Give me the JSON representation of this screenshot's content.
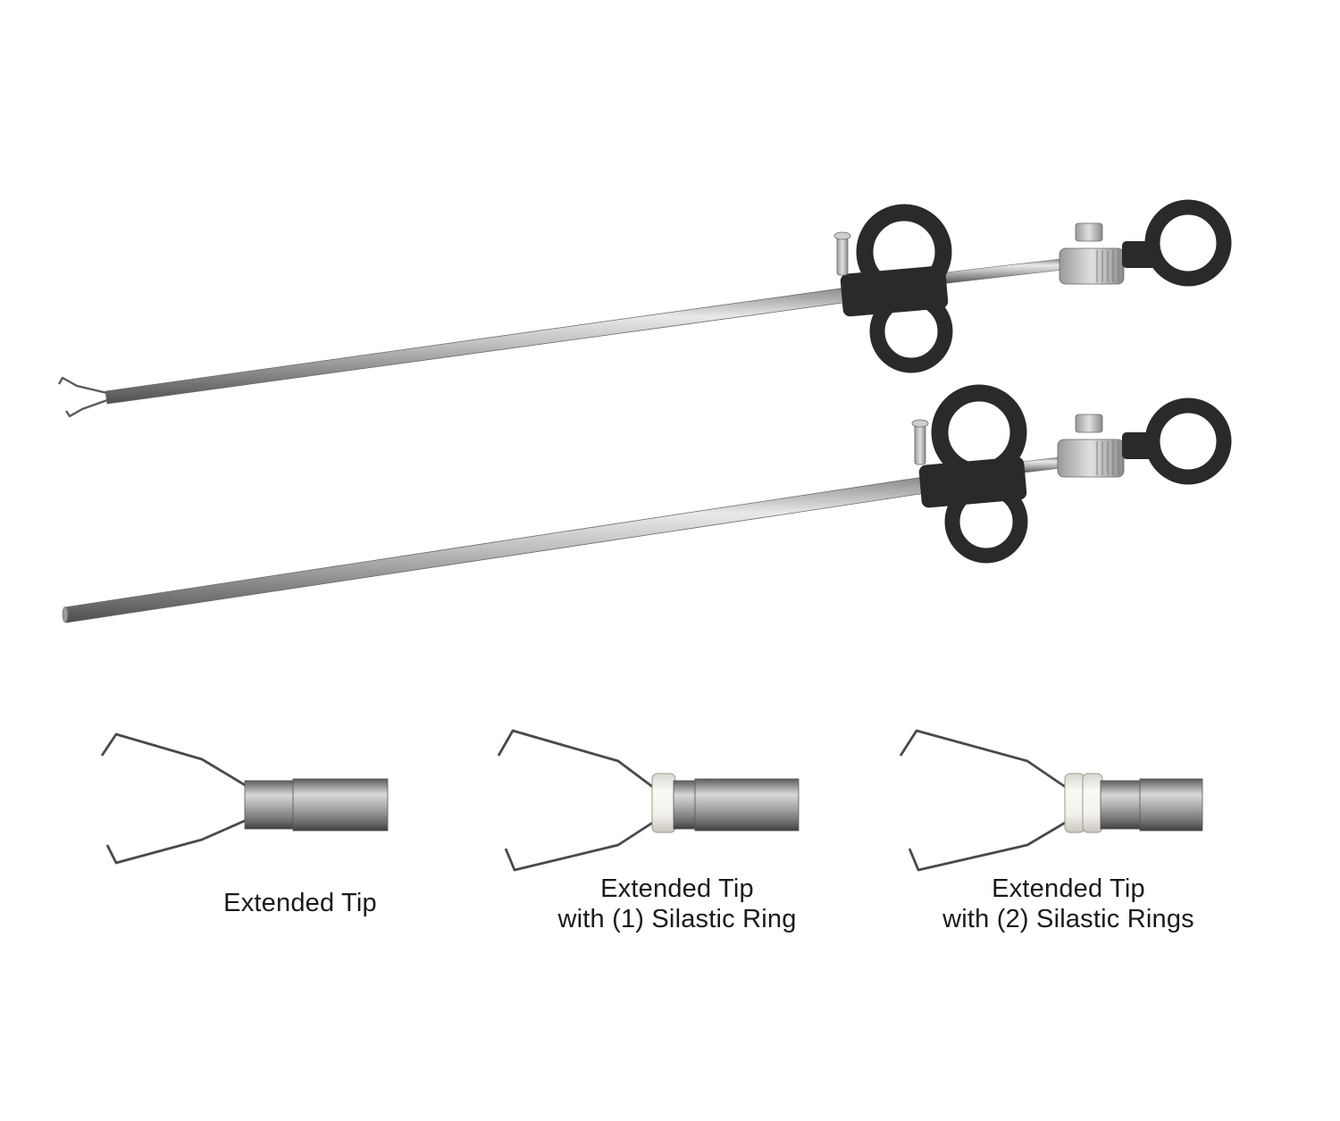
{
  "captions": [
    {
      "lines": [
        "Extended Tip"
      ]
    },
    {
      "lines": [
        "Extended Tip",
        "with (1) Silastic Ring"
      ]
    },
    {
      "lines": [
        "Extended Tip",
        "with (2) Silastic Rings"
      ]
    }
  ],
  "colors": {
    "background": "#ffffff",
    "steel_light": "#e8e8e8",
    "steel_mid": "#a8a8a8",
    "steel_dark": "#555555",
    "handle_black": "#2a2a2a",
    "silastic_ring": "#f4f2ec",
    "caption_text": "#1a1a1a"
  }
}
